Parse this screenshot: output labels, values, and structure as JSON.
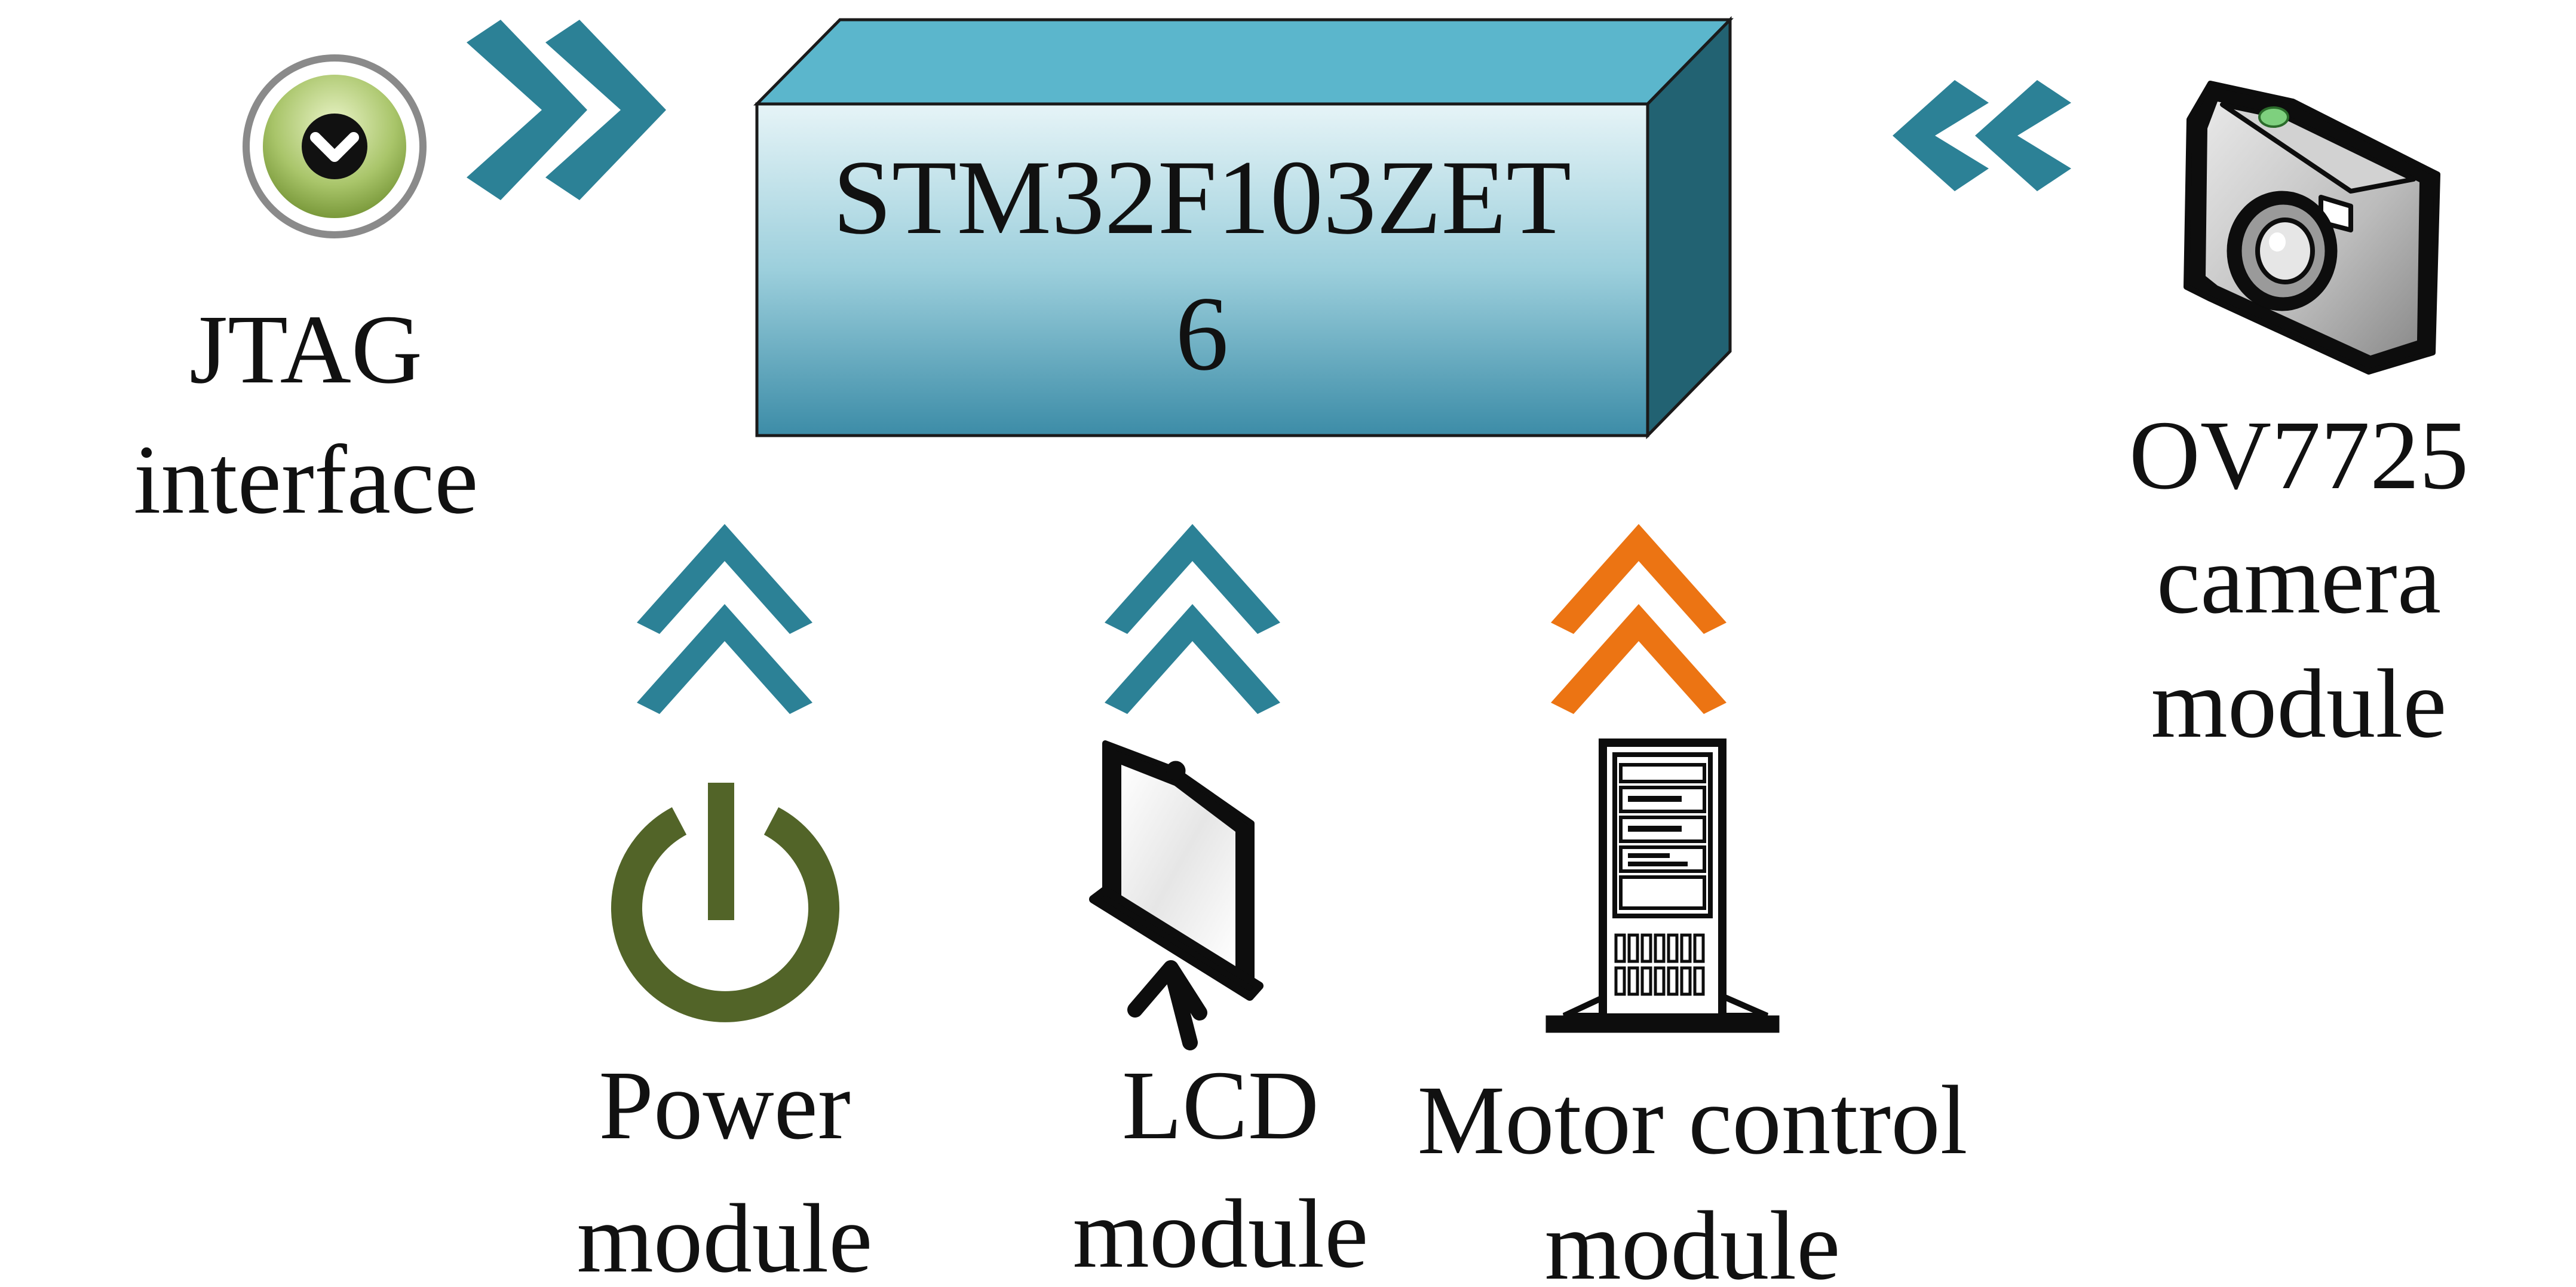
{
  "diagram": {
    "mcu": {
      "line1": "STM32F103ZET",
      "line2": "6"
    },
    "jtag": {
      "line1": "JTAG",
      "line2": "interface",
      "icon": "chevron-down-circle-icon"
    },
    "camera": {
      "line1": "OV7725",
      "line2": "camera",
      "line3": "module",
      "icon": "camera-icon"
    },
    "power": {
      "line1": "Power",
      "line2": "module",
      "icon": "power-icon"
    },
    "lcd": {
      "line1": "LCD",
      "line2": "module",
      "icon": "projection-screen-icon"
    },
    "motor": {
      "line1": "Motor control",
      "line2": "module",
      "icon": "server-tower-icon"
    },
    "colors": {
      "box_top": "#5bb6cc",
      "box_front_top": "#dff1f5",
      "box_front_bottom": "#3d8ea8",
      "box_side": "#226272",
      "arrow_teal": "#2c8196",
      "arrow_orange": "#ec7413",
      "power_green": "#526428"
    }
  }
}
